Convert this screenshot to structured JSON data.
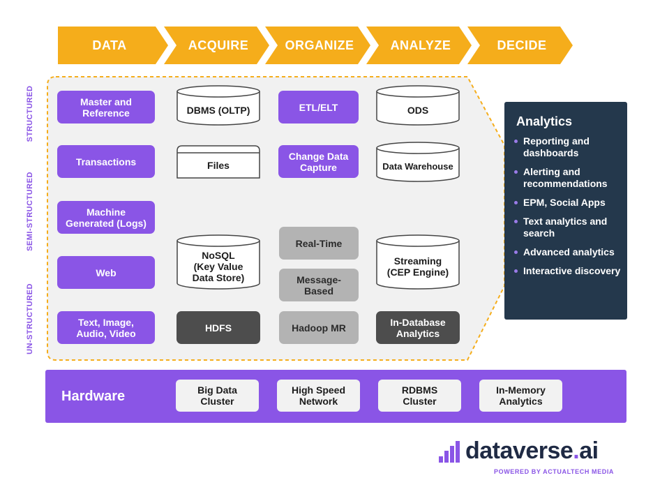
{
  "stages": [
    "DATA",
    "ACQUIRE",
    "ORGANIZE",
    "ANALYZE",
    "DECIDE"
  ],
  "side_labels": {
    "structured": "STRUCTURED",
    "semi_structured": "SEMI-STRUCTURED",
    "un_structured": "UN-STRUCTURED"
  },
  "data_sources": [
    "Master and\nReference",
    "Transactions",
    "Machine\nGenerated (Logs)",
    "Web",
    "Text, Image,\nAudio, Video"
  ],
  "acquire": {
    "dbms": "DBMS (OLTP)",
    "files": "Files",
    "nosql": "NoSQL\n(Key Value\nData Store)",
    "hdfs": "HDFS"
  },
  "organize": {
    "etl": "ETL/ELT",
    "cdc": "Change Data\nCapture",
    "realtime": "Real-Time",
    "message": "Message-\nBased",
    "hadoop": "Hadoop MR"
  },
  "analyze": {
    "ods": "ODS",
    "warehouse": "Data Warehouse",
    "streaming": "Streaming\n(CEP Engine)",
    "indb": "In-Database\nAnalytics"
  },
  "analytics_panel": {
    "title": "Analytics",
    "items": [
      "Reporting and dashboards",
      "Alerting and recommendations",
      "EPM, Social Apps",
      "Text analytics and search",
      "Advanced analytics",
      "Interactive discovery"
    ]
  },
  "hardware": {
    "title": "Hardware",
    "items": [
      "Big Data\nCluster",
      "High Speed\nNetwork",
      "RDBMS\nCluster",
      "In-Memory\nAnalytics"
    ]
  },
  "brand": {
    "name_left": "dataverse",
    "dot": ".",
    "name_right": "ai",
    "tagline": "POWERED BY ACTUALTECH MEDIA"
  },
  "colors": {
    "orange": "#f5ad1b",
    "purple": "#8a55e6",
    "navy": "#24384c",
    "dark_gray": "#4d4d4d",
    "light_gray": "#b3b3b3"
  }
}
